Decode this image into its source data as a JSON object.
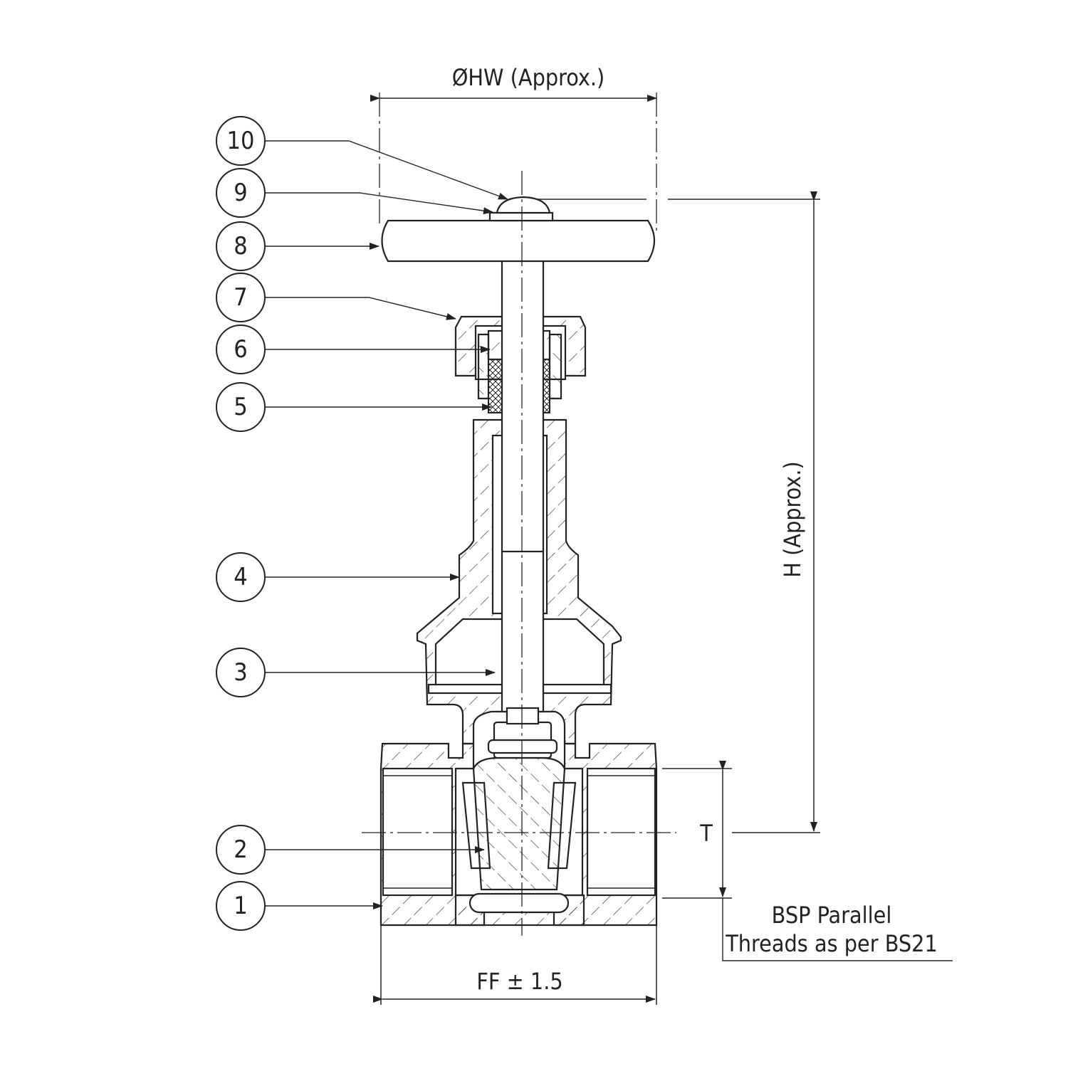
{
  "dimensions": {
    "handwheel_diameter": "ØHW (Approx.)",
    "height": "H (Approx.)",
    "thread_length": "T",
    "face_to_face": "FF",
    "face_to_face_tolerance": "1.5"
  },
  "note": {
    "line1": "BSP Parallel",
    "line2": "Threads as per BS21"
  },
  "callouts": [
    "1",
    "2",
    "3",
    "4",
    "5",
    "6",
    "7",
    "8",
    "9",
    "10"
  ],
  "colors": {
    "line": "#222222",
    "background": "#ffffff"
  }
}
